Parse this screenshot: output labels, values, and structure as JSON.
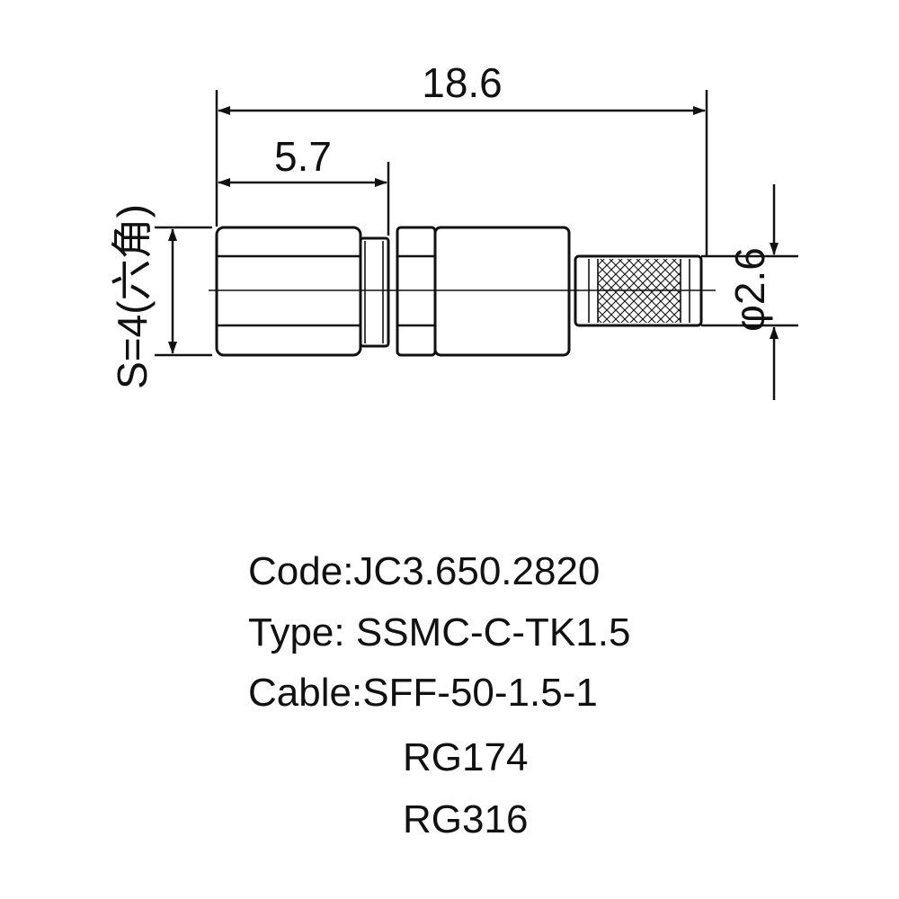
{
  "dimensions": {
    "overall_length": "18.6",
    "hex_length": "5.7",
    "hex_size": "S=4(六角)",
    "diameter": "φ2.6"
  },
  "spec": {
    "code": "Code:JC3.650.2820",
    "type": "Type: SSMC-C-TK1.5",
    "cable": "Cable:SFF-50-1.5-1",
    "cable_alt_1": "RG174",
    "cable_alt_2": "RG316"
  }
}
